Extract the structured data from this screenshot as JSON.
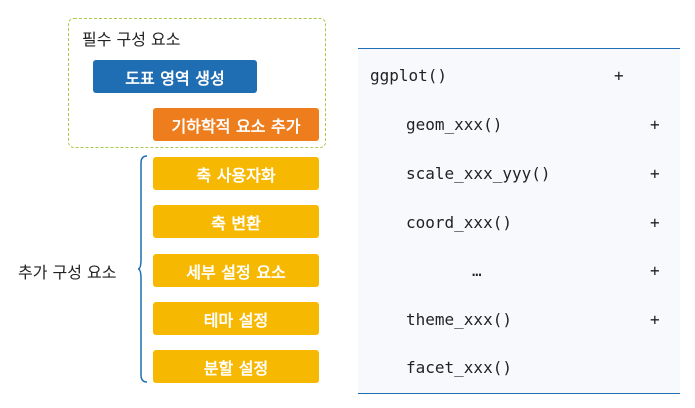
{
  "required": {
    "label": "필수 구성 요소",
    "create_canvas": "도표 영역 생성",
    "add_geom": "기하학적 요소 추가"
  },
  "optional": {
    "label": "추가 구성 요소",
    "items": [
      "축 사용자화",
      "축 변환",
      "세부 설정 요소",
      "테마 설정",
      "분할 설정"
    ]
  },
  "code": {
    "lines": [
      "ggplot()",
      "geom_xxx()",
      "scale_xxx_yyy()",
      "coord_xxx()",
      "…",
      "theme_xxx()",
      "facet_xxx()"
    ],
    "plus": "+"
  },
  "colors": {
    "blue": "#1f6db3",
    "orange": "#ee7d1e",
    "yellow": "#f6b800",
    "dashed_border": "#a9c94a"
  }
}
